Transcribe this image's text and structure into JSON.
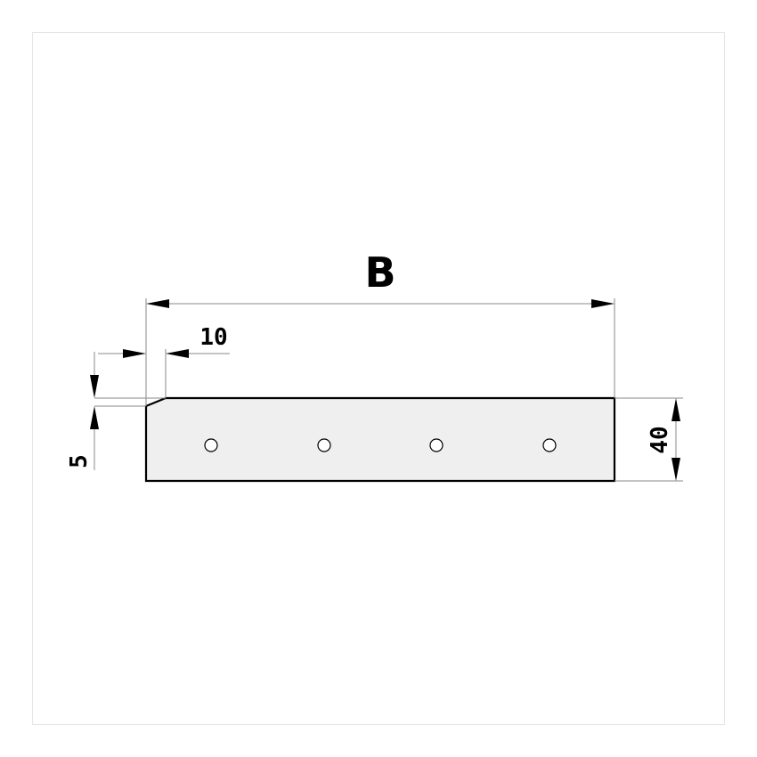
{
  "drawing": {
    "width_label": "B",
    "chamfer_length_label": "10",
    "chamfer_height_label": "5",
    "height_label": "40",
    "hole_count": 4,
    "part_fill": "#efefef",
    "line_color": "#000000"
  }
}
